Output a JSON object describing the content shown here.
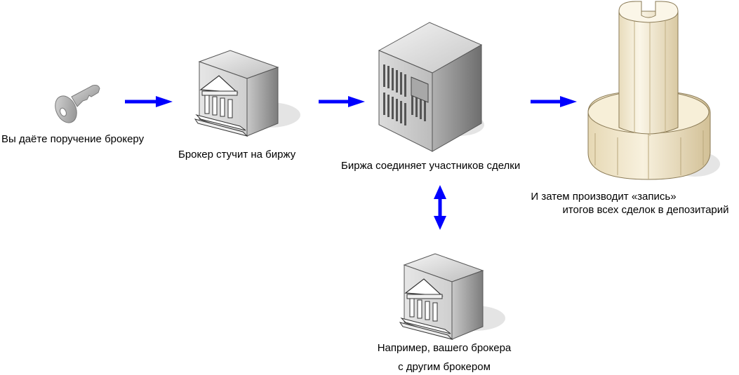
{
  "colors": {
    "arrow": "#0000ff",
    "stone": "#f3ead4",
    "server": "#9a9a9a"
  },
  "nodes": {
    "client": {
      "icon": "key-icon",
      "label": "Вы даёте поручение брокеру"
    },
    "broker": {
      "icon": "bank-building-icon",
      "label": "Брокер стучит на биржу"
    },
    "exchange": {
      "icon": "server-icon",
      "label": "Биржа соединяет участников сделки"
    },
    "depository": {
      "icon": "column-icon",
      "label_line1": "И затем производит «запись»",
      "label_line2": "итогов всех сделок в депозитарий"
    },
    "other_broker": {
      "icon": "bank-building-icon",
      "label_line1": "Например, вашего брокера",
      "label_line2": "с другим брокером"
    }
  },
  "edges": [
    {
      "from": "client",
      "to": "broker",
      "style": "arrow"
    },
    {
      "from": "broker",
      "to": "exchange",
      "style": "arrow"
    },
    {
      "from": "exchange",
      "to": "depository",
      "style": "arrow"
    },
    {
      "from": "exchange",
      "to": "other_broker",
      "style": "double-arrow"
    }
  ]
}
